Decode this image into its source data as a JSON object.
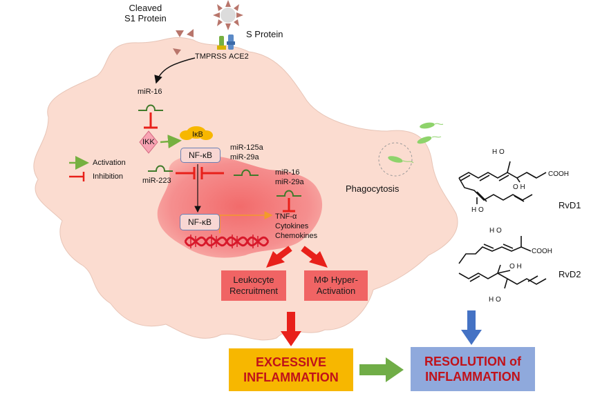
{
  "labels": {
    "cleaved_line1": "Cleaved",
    "cleaved_line2": "S1 Protein",
    "s_protein": "S Protein",
    "tmprss": "TMPRSS",
    "ace2": "ACE2",
    "mir16_top": "miR-16",
    "ikk": "IKK",
    "ikb": "IκB",
    "nfkb_top": "NF-κB",
    "nfkb_nucleus": "NF-κB",
    "mir125a": "miR-125a",
    "mir29a_top": "miR-29a",
    "mir223": "miR-223",
    "mir16_nuc": "miR-16",
    "mir29a_nuc": "miR-29a",
    "tnfa": "TNF-α",
    "cytokines": "Cytokines",
    "chemokines": "Chemokines",
    "activation": "Activation",
    "inhibition": "Inhibition",
    "phagocytosis": "Phagocytosis",
    "leukocyte_line1": "Leukocyte",
    "leukocyte_line2": "Recruitment",
    "mphi_line1": "MΦ Hyper-",
    "mphi_line2": "Activation",
    "excessive_line1": "EXCESSIVE",
    "excessive_line2": "INFLAMMATION",
    "resolution_line1": "RESOLUTION of",
    "resolution_line2": "INFLAMMATION",
    "rvd1": "RvD1",
    "rvd2": "RvD2",
    "rvd1_ho_top": "H O",
    "rvd1_oh": "O H",
    "rvd1_ho_bottom": "H O",
    "rvd1_cooh": "COOH",
    "rvd2_ho_top": "H O",
    "rvd2_oh": "O H",
    "rvd2_ho_bottom": "H O",
    "rvd2_cooh": "COOH"
  },
  "colors": {
    "cell_fill": "#fbdcd0",
    "nucleus_fill": "#f58f8f",
    "activation_arrow": "#76b041",
    "inhibition": "#e8201a",
    "red_box": "#f06464",
    "excessive_box": "#f7b700",
    "resolution_box": "#8fa9dc",
    "text_red": "#c0121a",
    "blue_arrow": "#4472c4",
    "mirna_hairpin": "#3f7a2a"
  }
}
